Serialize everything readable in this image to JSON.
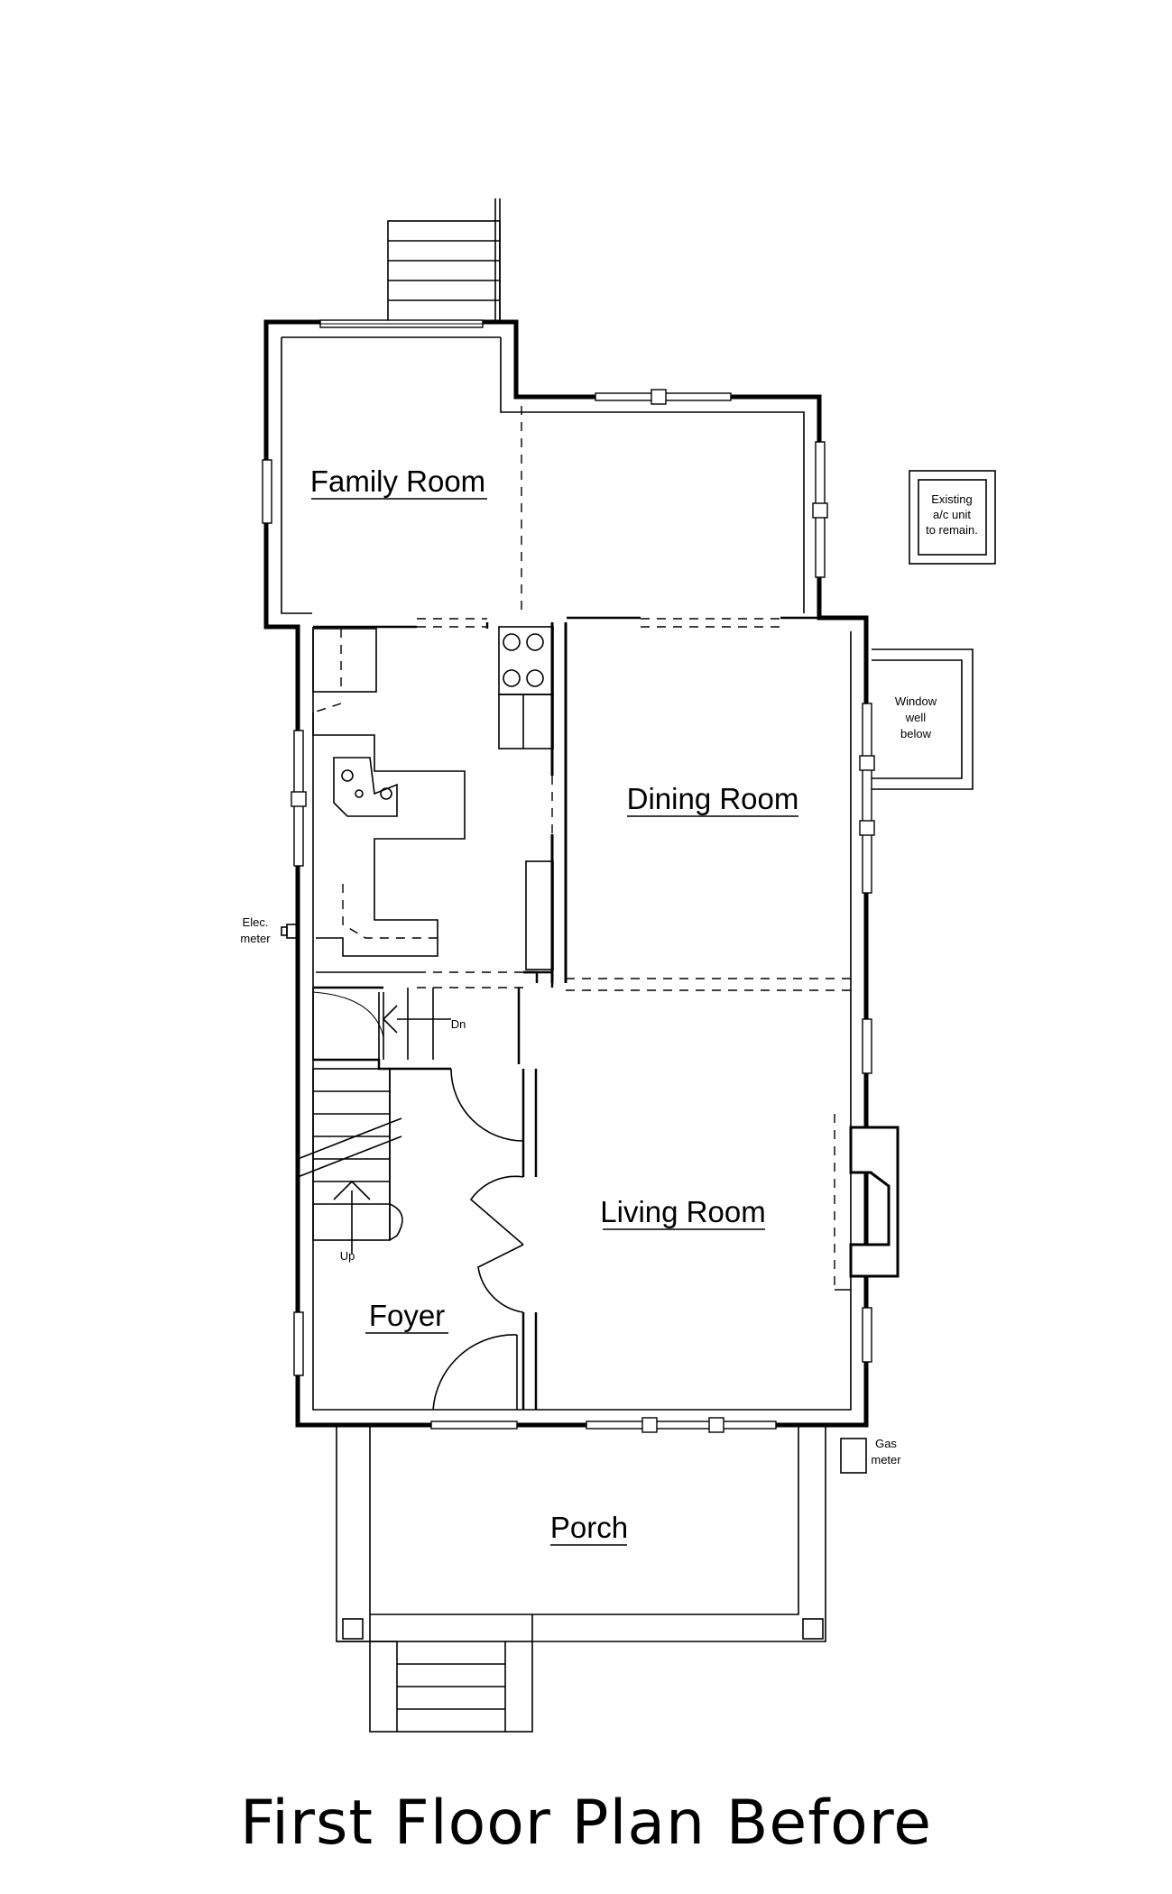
{
  "title": "First Floor Plan Before",
  "rooms": {
    "family_room": "Family Room",
    "dining_room": "Dining Room",
    "living_room": "Living Room",
    "foyer": "Foyer",
    "porch": "Porch"
  },
  "stair_labels": {
    "down": "Dn",
    "up": "Up"
  },
  "notes": {
    "ac_unit": [
      "Existing",
      "a/c unit",
      "to remain."
    ],
    "window_well": [
      "Window",
      "well",
      "below"
    ],
    "elec_meter": [
      "Elec.",
      "meter"
    ],
    "gas_meter": [
      "Gas",
      "meter"
    ]
  }
}
